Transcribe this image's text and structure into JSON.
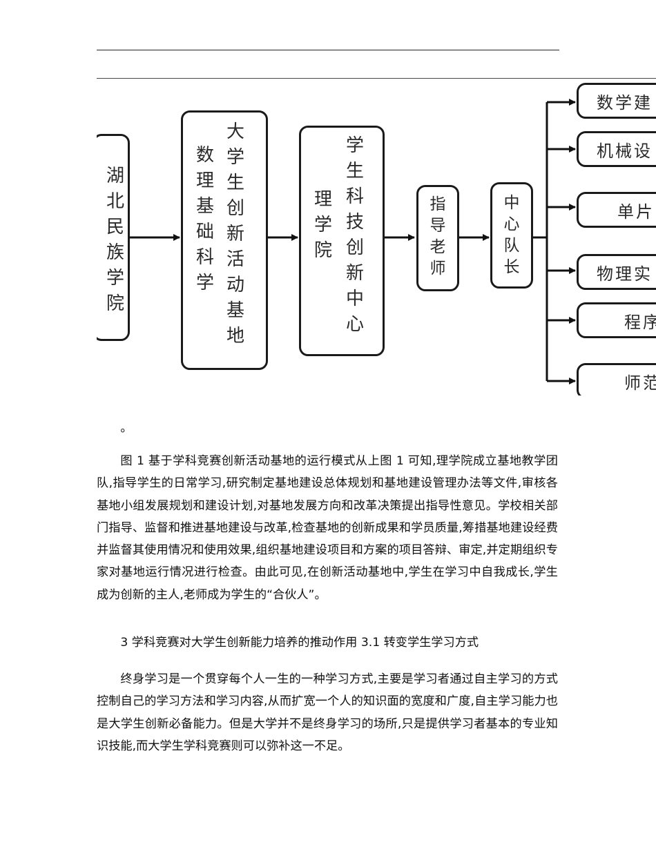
{
  "figure": {
    "column1": [
      "湖",
      "北",
      "民",
      "族",
      "学",
      "院"
    ],
    "column2_left": [
      "数",
      "理",
      "基",
      "础",
      "科",
      "学"
    ],
    "column2_right": [
      "大",
      "学",
      "生",
      "创",
      "新",
      "活",
      "动",
      "基",
      "地"
    ],
    "column3_left": [
      "理",
      "学",
      "院"
    ],
    "column3_right": [
      "学",
      "生",
      "科",
      "技",
      "创",
      "新",
      "中",
      "心"
    ],
    "column4": [
      "指",
      "导",
      "老",
      "师"
    ],
    "column5": [
      "中",
      "心",
      "队",
      "长"
    ],
    "branches": [
      "数学建",
      "机械设",
      "单片",
      "物理实",
      "程序",
      "师范"
    ]
  },
  "text": {
    "dot": "。",
    "p1": "图 1 基于学科竞赛创新活动基地的运行模式从上图 1 可知,理学院成立基地教学团队,指导学生的日常学习,研究制定基地建设总体规划和基地建设管理办法等文件,审核各基地小组发展规划和建设计划,对基地发展方向和改革决策提出指导性意见。学校相关部门指导、监督和推进基地建设与改革,检查基地的创新成果和学员质量,筹措基地建设经费并监督其使用情况和使用效果,组织基地建设项目和方案的项目答辩、审定,并定期组织专家对基地运行情况进行检查。由此可见,在创新活动基地中,学生在学习中自我成长,学生成为创新的主人,老师成为学生的“合伙人”。",
    "p2": "3 学科竞赛对大学生创新能力培养的推动作用 3.1 转变学生学习方式",
    "p3": "终身学习是一个贯穿每个人一生的一种学习方式,主要是学习者通过自主学习的方式控制自己的学习方法和学习内容,从而扩宽一个人的知识面的宽度和广度,自主学习能力也是大学生创新必备能力。但是大学并不是终身学习的场所,只是提供学习者基本的专业知识技能,而大学生学科竞赛则可以弥补这一不足。"
  }
}
